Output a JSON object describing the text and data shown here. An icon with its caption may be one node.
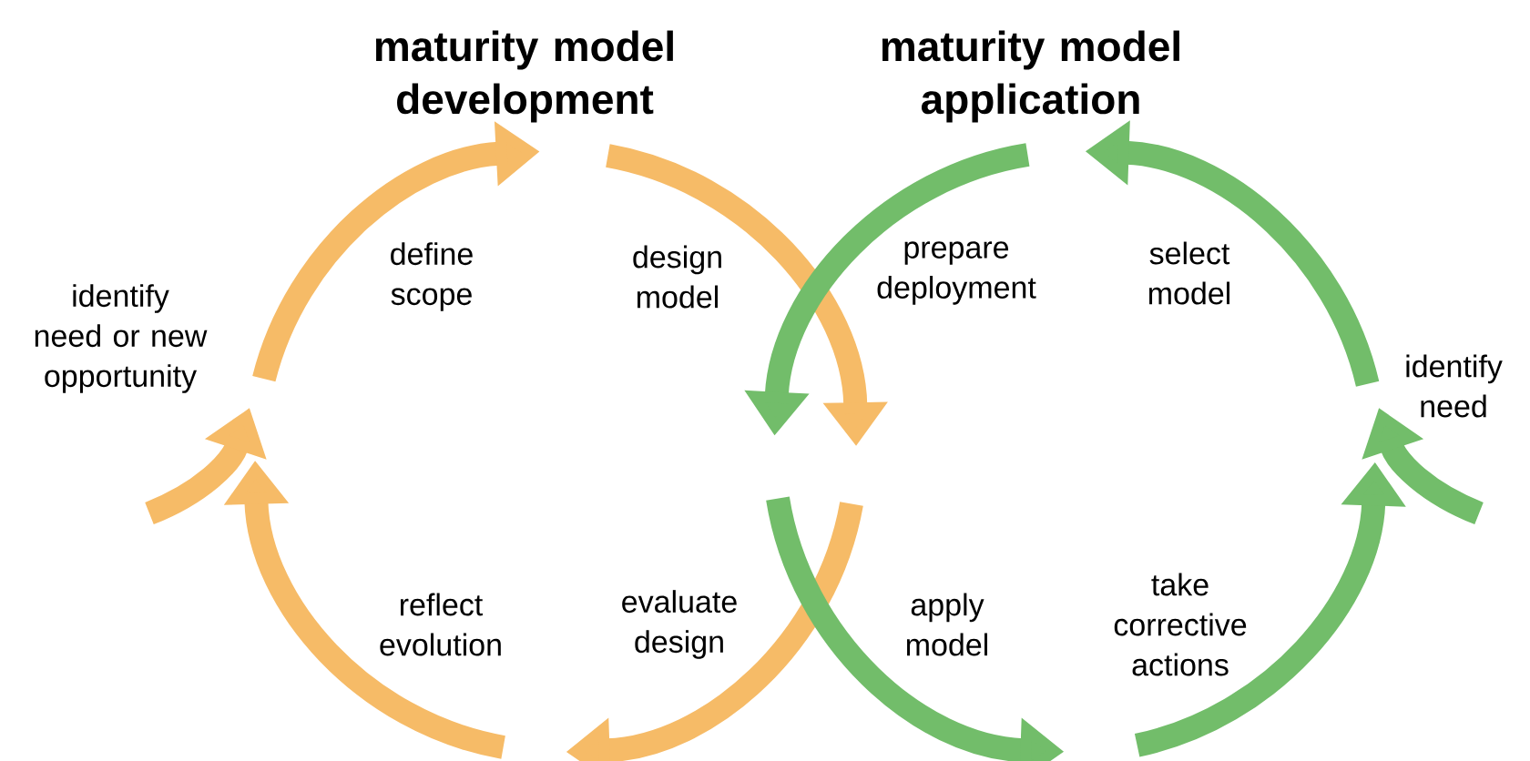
{
  "diagram": {
    "labels": [
      "maturity model development",
      "maturity model application",
      "identify need or new opportunity",
      "define scope",
      "design model",
      "prepare deployment",
      "select model",
      "identify need",
      "reflect evolution",
      "evaluate design",
      "apply model",
      "take corrective actions"
    ]
  }
}
